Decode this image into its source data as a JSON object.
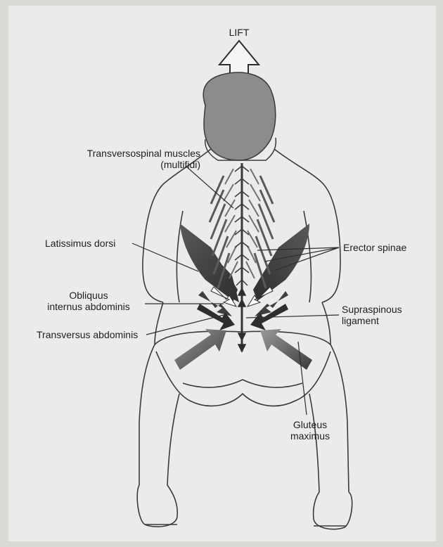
{
  "figure": {
    "direction_label": "LIFT",
    "colors": {
      "page": "#ebebe9",
      "outline": "#3a3a3a",
      "muscle_dark": "#4a4a4a",
      "muscle_mid": "#7a7a7a",
      "head": "#8c8c8c"
    },
    "labels": {
      "transversospinal_1": "Transversospinal muscles",
      "transversospinal_2": "(multifidi)",
      "latissimus": "Latissimus dorsi",
      "erector": "Erector spinae",
      "obliquus_1": "Obliquus",
      "obliquus_2": "internus abdominis",
      "supraspinous_1": "Supraspinous",
      "supraspinous_2": "ligament",
      "transversus": "Transversus abdominis",
      "gluteus_1": "Gluteus",
      "gluteus_2": "maximus"
    }
  }
}
